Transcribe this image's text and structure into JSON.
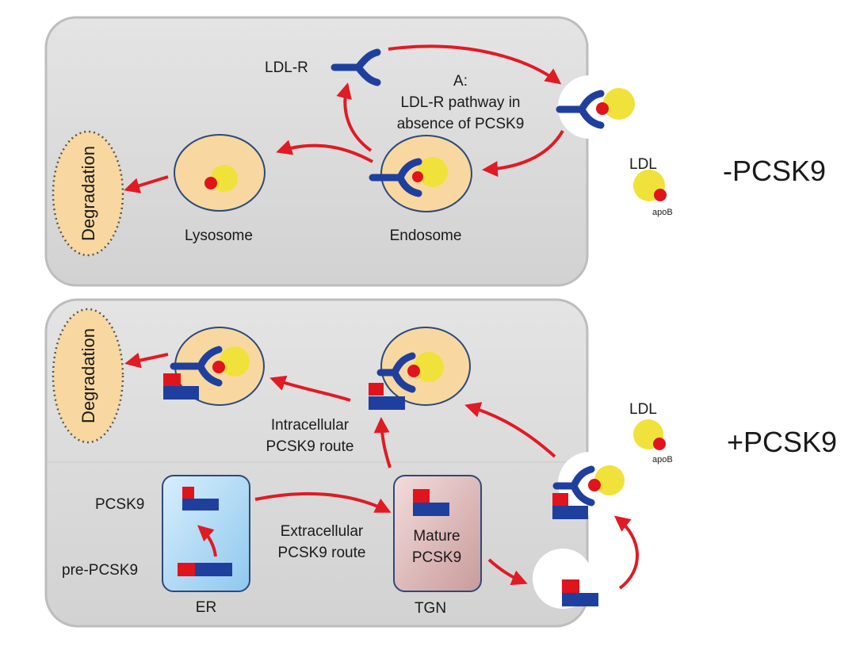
{
  "top_panel": {
    "receptor_label": "LDL-R",
    "title_lines": [
      "A:",
      "LDL-R pathway in",
      "absence of PCSK9"
    ],
    "degradation": "Degradation",
    "lysosome": "Lysosome",
    "endosome": "Endosome",
    "ldl": "LDL",
    "apob": "apoB",
    "condition": "-PCSK9"
  },
  "bottom_panel": {
    "degradation": "Degradation",
    "intracellular_lines": [
      "Intracellular",
      "PCSK9 route"
    ],
    "extracellular_lines": [
      "Extracellular",
      "PCSK9 route"
    ],
    "pcsk9": "PCSK9",
    "pre_pcsk9": "pre-PCSK9",
    "er": "ER",
    "mature_lines": [
      "Mature",
      "PCSK9"
    ],
    "tgn": "TGN",
    "ldl": "LDL",
    "apob": "apoB",
    "condition": "+PCSK9"
  },
  "colors": {
    "cell_fill": "#dcdcdc",
    "vesicle_fill": "#f8d8a0",
    "receptor_blue": "#1f3f9e",
    "ldl_yellow": "#f0e23a",
    "apob_red": "#e0141c",
    "arrow_red": "#e01b24"
  }
}
